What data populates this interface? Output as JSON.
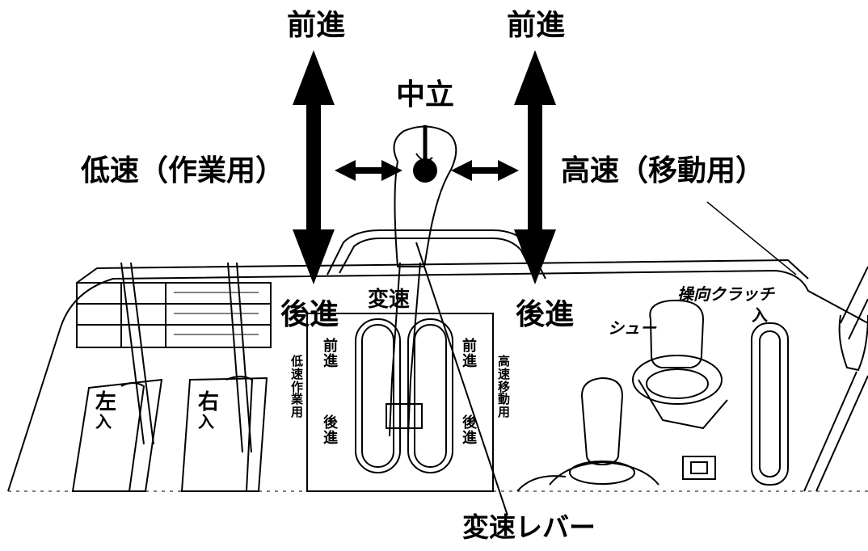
{
  "labels": {
    "forward_left": "前進",
    "forward_right": "前進",
    "neutral": "中立",
    "low_speed": "低速（作業用）",
    "high_speed": "高速（移動用）",
    "reverse_left": "後進",
    "reverse_right": "後進",
    "shift_lever": "変速レバー"
  },
  "panel_labels": {
    "hensoku": "変速",
    "left_clutch": "左",
    "left_in": "入",
    "right_clutch": "右",
    "right_in": "入",
    "steering_clutch": "操向クラッチ",
    "clutch_in": "入",
    "shoe": "シュー",
    "gate_left_forward": "前進",
    "gate_left_speed": "低速作業用",
    "gate_left_reverse": "後進",
    "gate_right_forward": "前進",
    "gate_right_speed": "高速移動用",
    "gate_right_reverse": "後進"
  },
  "colors": {
    "ink": "#000000",
    "paper": "#ffffff"
  }
}
